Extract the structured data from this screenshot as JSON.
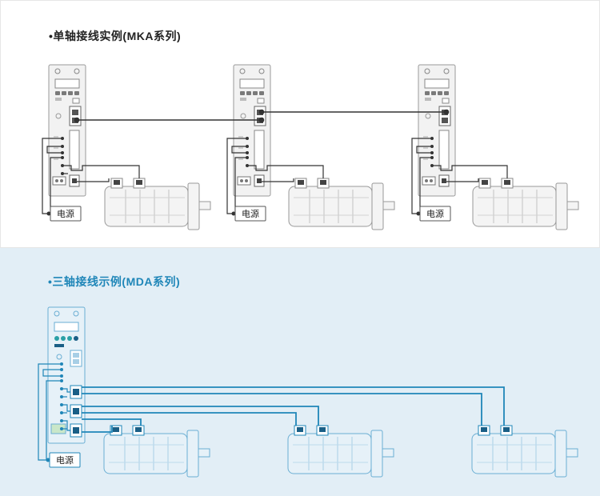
{
  "section1": {
    "title": "•单轴接线实例(MKA系列)",
    "power_label": "电源"
  },
  "section2": {
    "title": "•三轴接线示例(MDA系列)",
    "power_label": "电源"
  },
  "colors": {
    "section1_bg": "#ffffff",
    "section2_bg": "#e2eef6",
    "section2_accent": "#1f86b8",
    "wire_dark": "#333333",
    "wire_blue": "#1f86b8"
  }
}
